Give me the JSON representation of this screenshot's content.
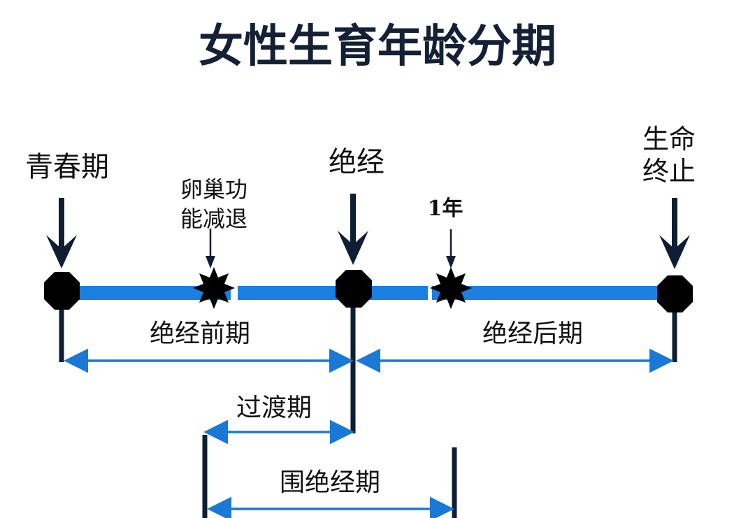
{
  "title": "女性生育年龄分期",
  "events": {
    "puberty": "青春期",
    "ovarian_decline_line1": "卵巢功",
    "ovarian_decline_line2": "能减退",
    "menopause": "绝经",
    "one_year": "1年",
    "life_end_line1": "生命",
    "life_end_line2": "终止"
  },
  "periods": {
    "premenopause": "绝经前期",
    "postmenopause": "绝经后期",
    "transition": "过渡期",
    "perimenopause": "围绝经期"
  },
  "colors": {
    "timeline_blue": "#1a7fe0",
    "dark_navy": "#0f1f33",
    "node_black": "#000000",
    "arrow_blue": "#1a78d6"
  }
}
